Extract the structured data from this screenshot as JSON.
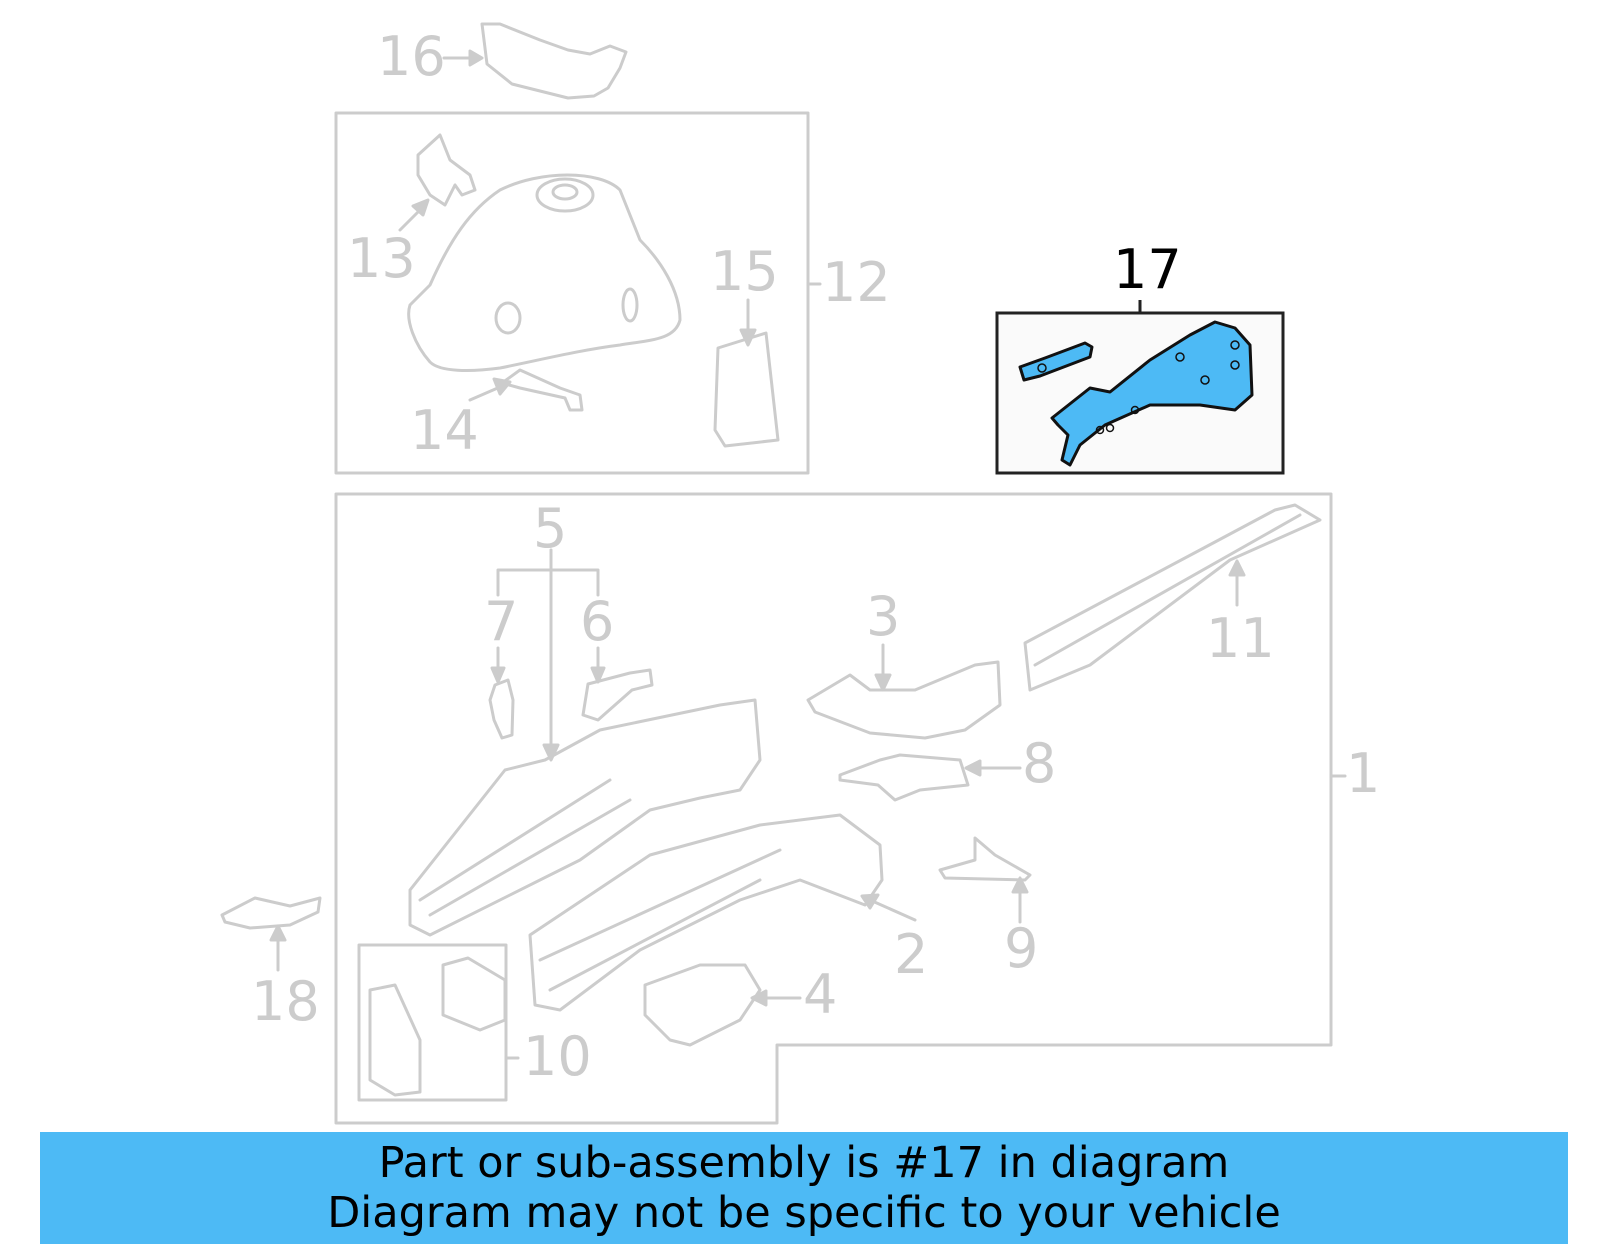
{
  "diagram": {
    "highlighted_part": "17",
    "highlight_color": "#4dbaf5",
    "muted_color": "#cccccc",
    "callouts": [
      {
        "id": "1",
        "label": "1"
      },
      {
        "id": "2",
        "label": "2"
      },
      {
        "id": "3",
        "label": "3"
      },
      {
        "id": "4",
        "label": "4"
      },
      {
        "id": "5",
        "label": "5"
      },
      {
        "id": "6",
        "label": "6"
      },
      {
        "id": "7",
        "label": "7"
      },
      {
        "id": "8",
        "label": "8"
      },
      {
        "id": "9",
        "label": "9"
      },
      {
        "id": "10",
        "label": "10"
      },
      {
        "id": "11",
        "label": "11"
      },
      {
        "id": "12",
        "label": "12"
      },
      {
        "id": "13",
        "label": "13"
      },
      {
        "id": "14",
        "label": "14"
      },
      {
        "id": "15",
        "label": "15"
      },
      {
        "id": "16",
        "label": "16"
      },
      {
        "id": "17",
        "label": "17"
      },
      {
        "id": "18",
        "label": "18"
      }
    ]
  },
  "banner": {
    "line1": "Part or sub-assembly is #17 in diagram",
    "line2": "Diagram may not be specific to your vehicle",
    "background": "#4dbaf5"
  }
}
